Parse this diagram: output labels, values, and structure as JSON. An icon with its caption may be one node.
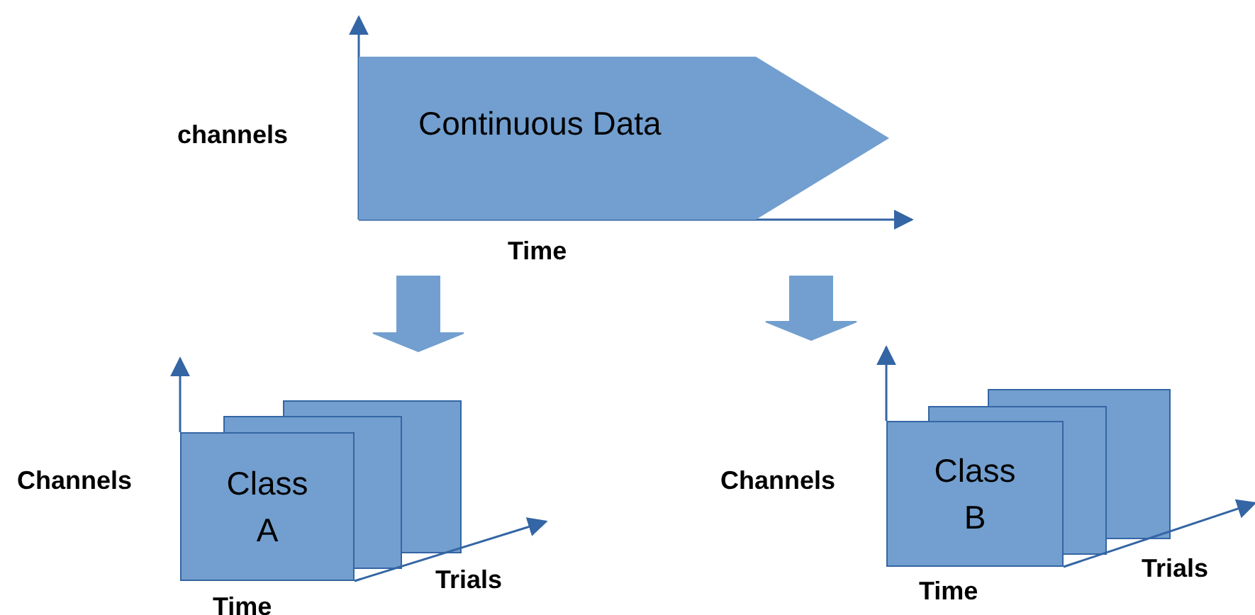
{
  "diagram": {
    "nodes": [
      {
        "text": [
          "Continuous Data"
        ],
        "beside": [
          "channels",
          "Time"
        ]
      },
      {
        "text": [
          "Class A"
        ],
        "beside": [
          "Channels",
          "Time",
          "Trials"
        ]
      },
      {
        "text": [
          "Class B"
        ],
        "beside": [
          "Channels",
          "Time",
          "Trials"
        ]
      }
    ],
    "edges": [
      {
        "from": 0,
        "to": 1,
        "arrow": "to",
        "style": "thick"
      },
      {
        "from": 0,
        "to": 2,
        "arrow": "to",
        "style": "thick"
      }
    ]
  }
}
